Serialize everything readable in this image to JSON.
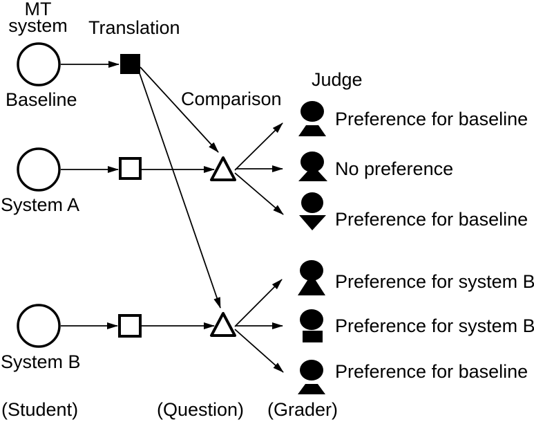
{
  "colors": {
    "ink": "#000000",
    "background": "#ffffff"
  },
  "diagram": {
    "columns": {
      "mt_system": {
        "line1": "MT",
        "line2": "system"
      },
      "translation": "Translation",
      "comparison": "Comparison",
      "judge": "Judge"
    },
    "systems": [
      {
        "name": "Baseline",
        "translation_node": "filled-square"
      },
      {
        "name": "System A",
        "translation_node": "open-square"
      },
      {
        "name": "System B",
        "translation_node": "open-square"
      }
    ],
    "comparisons": [
      {
        "name": "comparison-1",
        "inputs": [
          "Baseline",
          "System A"
        ]
      },
      {
        "name": "comparison-2",
        "inputs": [
          "Baseline",
          "System B"
        ]
      }
    ],
    "judgments": [
      {
        "label": "Preference for baseline",
        "judge_icon": "judge-trapezoid-figure"
      },
      {
        "label": "No preference",
        "judge_icon": "judge-pawn-figure"
      },
      {
        "label": "Preference for baseline",
        "judge_icon": "judge-down-triangle-figure"
      },
      {
        "label": "Preference for system B",
        "judge_icon": "judge-pawn-figure"
      },
      {
        "label": "Preference for system B",
        "judge_icon": "judge-rect-figure"
      },
      {
        "label": "Preference for baseline",
        "judge_icon": "judge-trapezoid-figure"
      }
    ],
    "role_labels": {
      "student": "(Student)",
      "question": "(Question)",
      "grader": "(Grader)"
    }
  }
}
